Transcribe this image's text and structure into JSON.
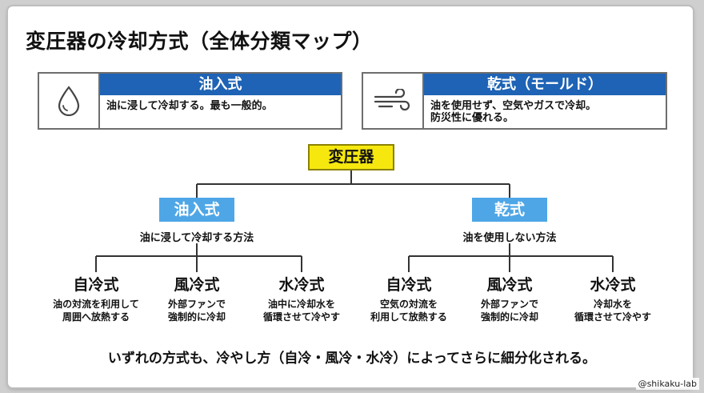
{
  "title": "変圧器の冷却方式（全体分類マップ）",
  "cards": [
    {
      "icon": "oil-drop-icon",
      "header": "油入式",
      "desc": "油に浸して冷却する。最も一般的。"
    },
    {
      "icon": "wind-icon",
      "header": "乾式（モールド）",
      "desc_lines": [
        "油を使用せず、空気やガスで冷却。",
        "防災性に優れる。"
      ]
    }
  ],
  "root": "変圧器",
  "branches": [
    {
      "label": "油入式",
      "desc": "油に浸して冷却する方法",
      "leaves": [
        {
          "name": "自冷式",
          "lines": [
            "油の対流を利用して",
            "周囲へ放熱する"
          ]
        },
        {
          "name": "風冷式",
          "lines": [
            "外部ファンで",
            "強制的に冷却"
          ]
        },
        {
          "name": "水冷式",
          "lines": [
            "油中に冷却水を",
            "循環させて冷やす"
          ]
        }
      ]
    },
    {
      "label": "乾式",
      "desc": "油を使用しない方法",
      "leaves": [
        {
          "name": "自冷式",
          "lines": [
            "空気の対流を",
            "利用して放熱する"
          ]
        },
        {
          "name": "風冷式",
          "lines": [
            "外部ファンで",
            "強制的に冷却"
          ]
        },
        {
          "name": "水冷式",
          "lines": [
            "冷却水を",
            "循環させて冷やす"
          ]
        }
      ]
    }
  ],
  "summary": "いずれの方式も、冷やし方（自冷・風冷・水冷）によってさらに細分化される。",
  "credit": "@shikaku-lab",
  "colors": {
    "header_blue": "#1e63b5",
    "branch_blue": "#4ea6e6",
    "root_yellow": "#f6e80e"
  }
}
